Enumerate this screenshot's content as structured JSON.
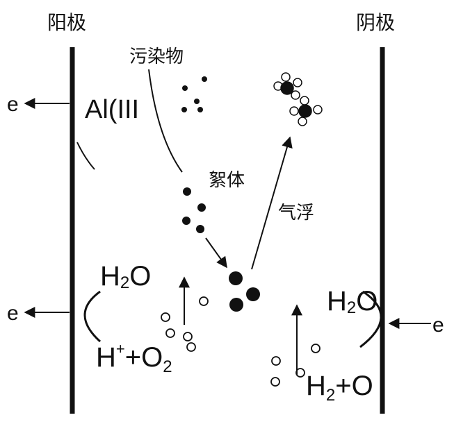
{
  "labels": {
    "anode": "阳极",
    "cathode": "阴极",
    "pollutant": "污染物",
    "floc": "絮体",
    "flotation": "气浮",
    "al": "Al(III",
    "electron": "e",
    "h2o": {
      "base": "H",
      "sub": "2",
      "tail": "O"
    },
    "anode_product": {
      "h": "H",
      "sup": "+",
      "plus": "+O",
      "sub": "2"
    },
    "cathode_product": {
      "base": "H",
      "sub": "2",
      "tail": "+O"
    }
  },
  "colors": {
    "ink": "#111111",
    "background": "#ffffff",
    "bubble_fill": "#ffffff"
  }
}
